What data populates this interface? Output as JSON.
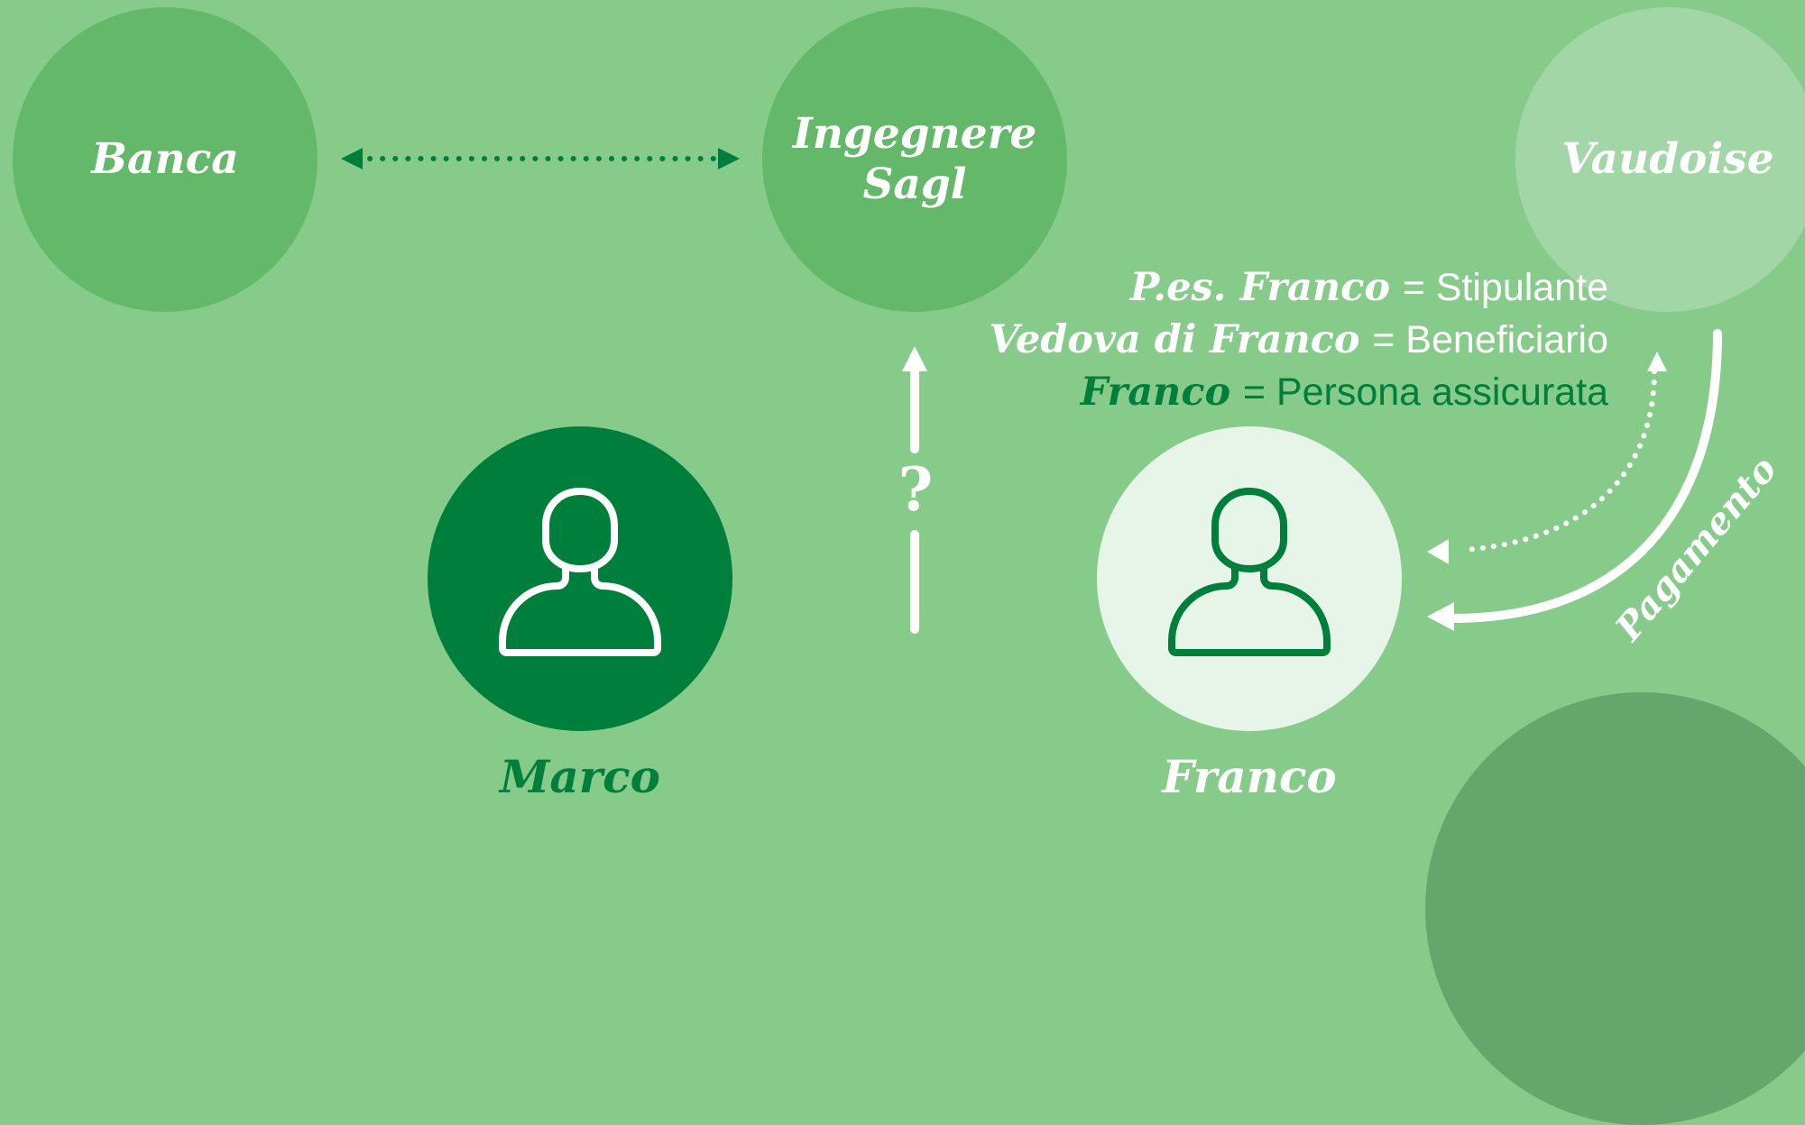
{
  "nodes": {
    "banca": "Banca",
    "ingegnere": "Ingegnere\nSagl",
    "vaudoise": "Vaudoise"
  },
  "people": {
    "marco": "Marco",
    "franco": "Franco"
  },
  "roles": [
    {
      "name": "P.es. Franco",
      "rest": "= Stipulante"
    },
    {
      "name": "Vedova di Franco",
      "rest": "= Beneficiario"
    },
    {
      "name": "Franco",
      "rest": "= Persona assicurata"
    }
  ],
  "labels": {
    "question": "?",
    "payment": "Pagamento"
  },
  "colors": {
    "background": "#87cb8b",
    "mid_green": "#63b86a",
    "light_green": "#a3d6a6",
    "dark_green": "#007e3b",
    "pale": "#e7f4e8"
  },
  "icons": {
    "person": "person-icon",
    "arrow": "arrow-icon"
  }
}
